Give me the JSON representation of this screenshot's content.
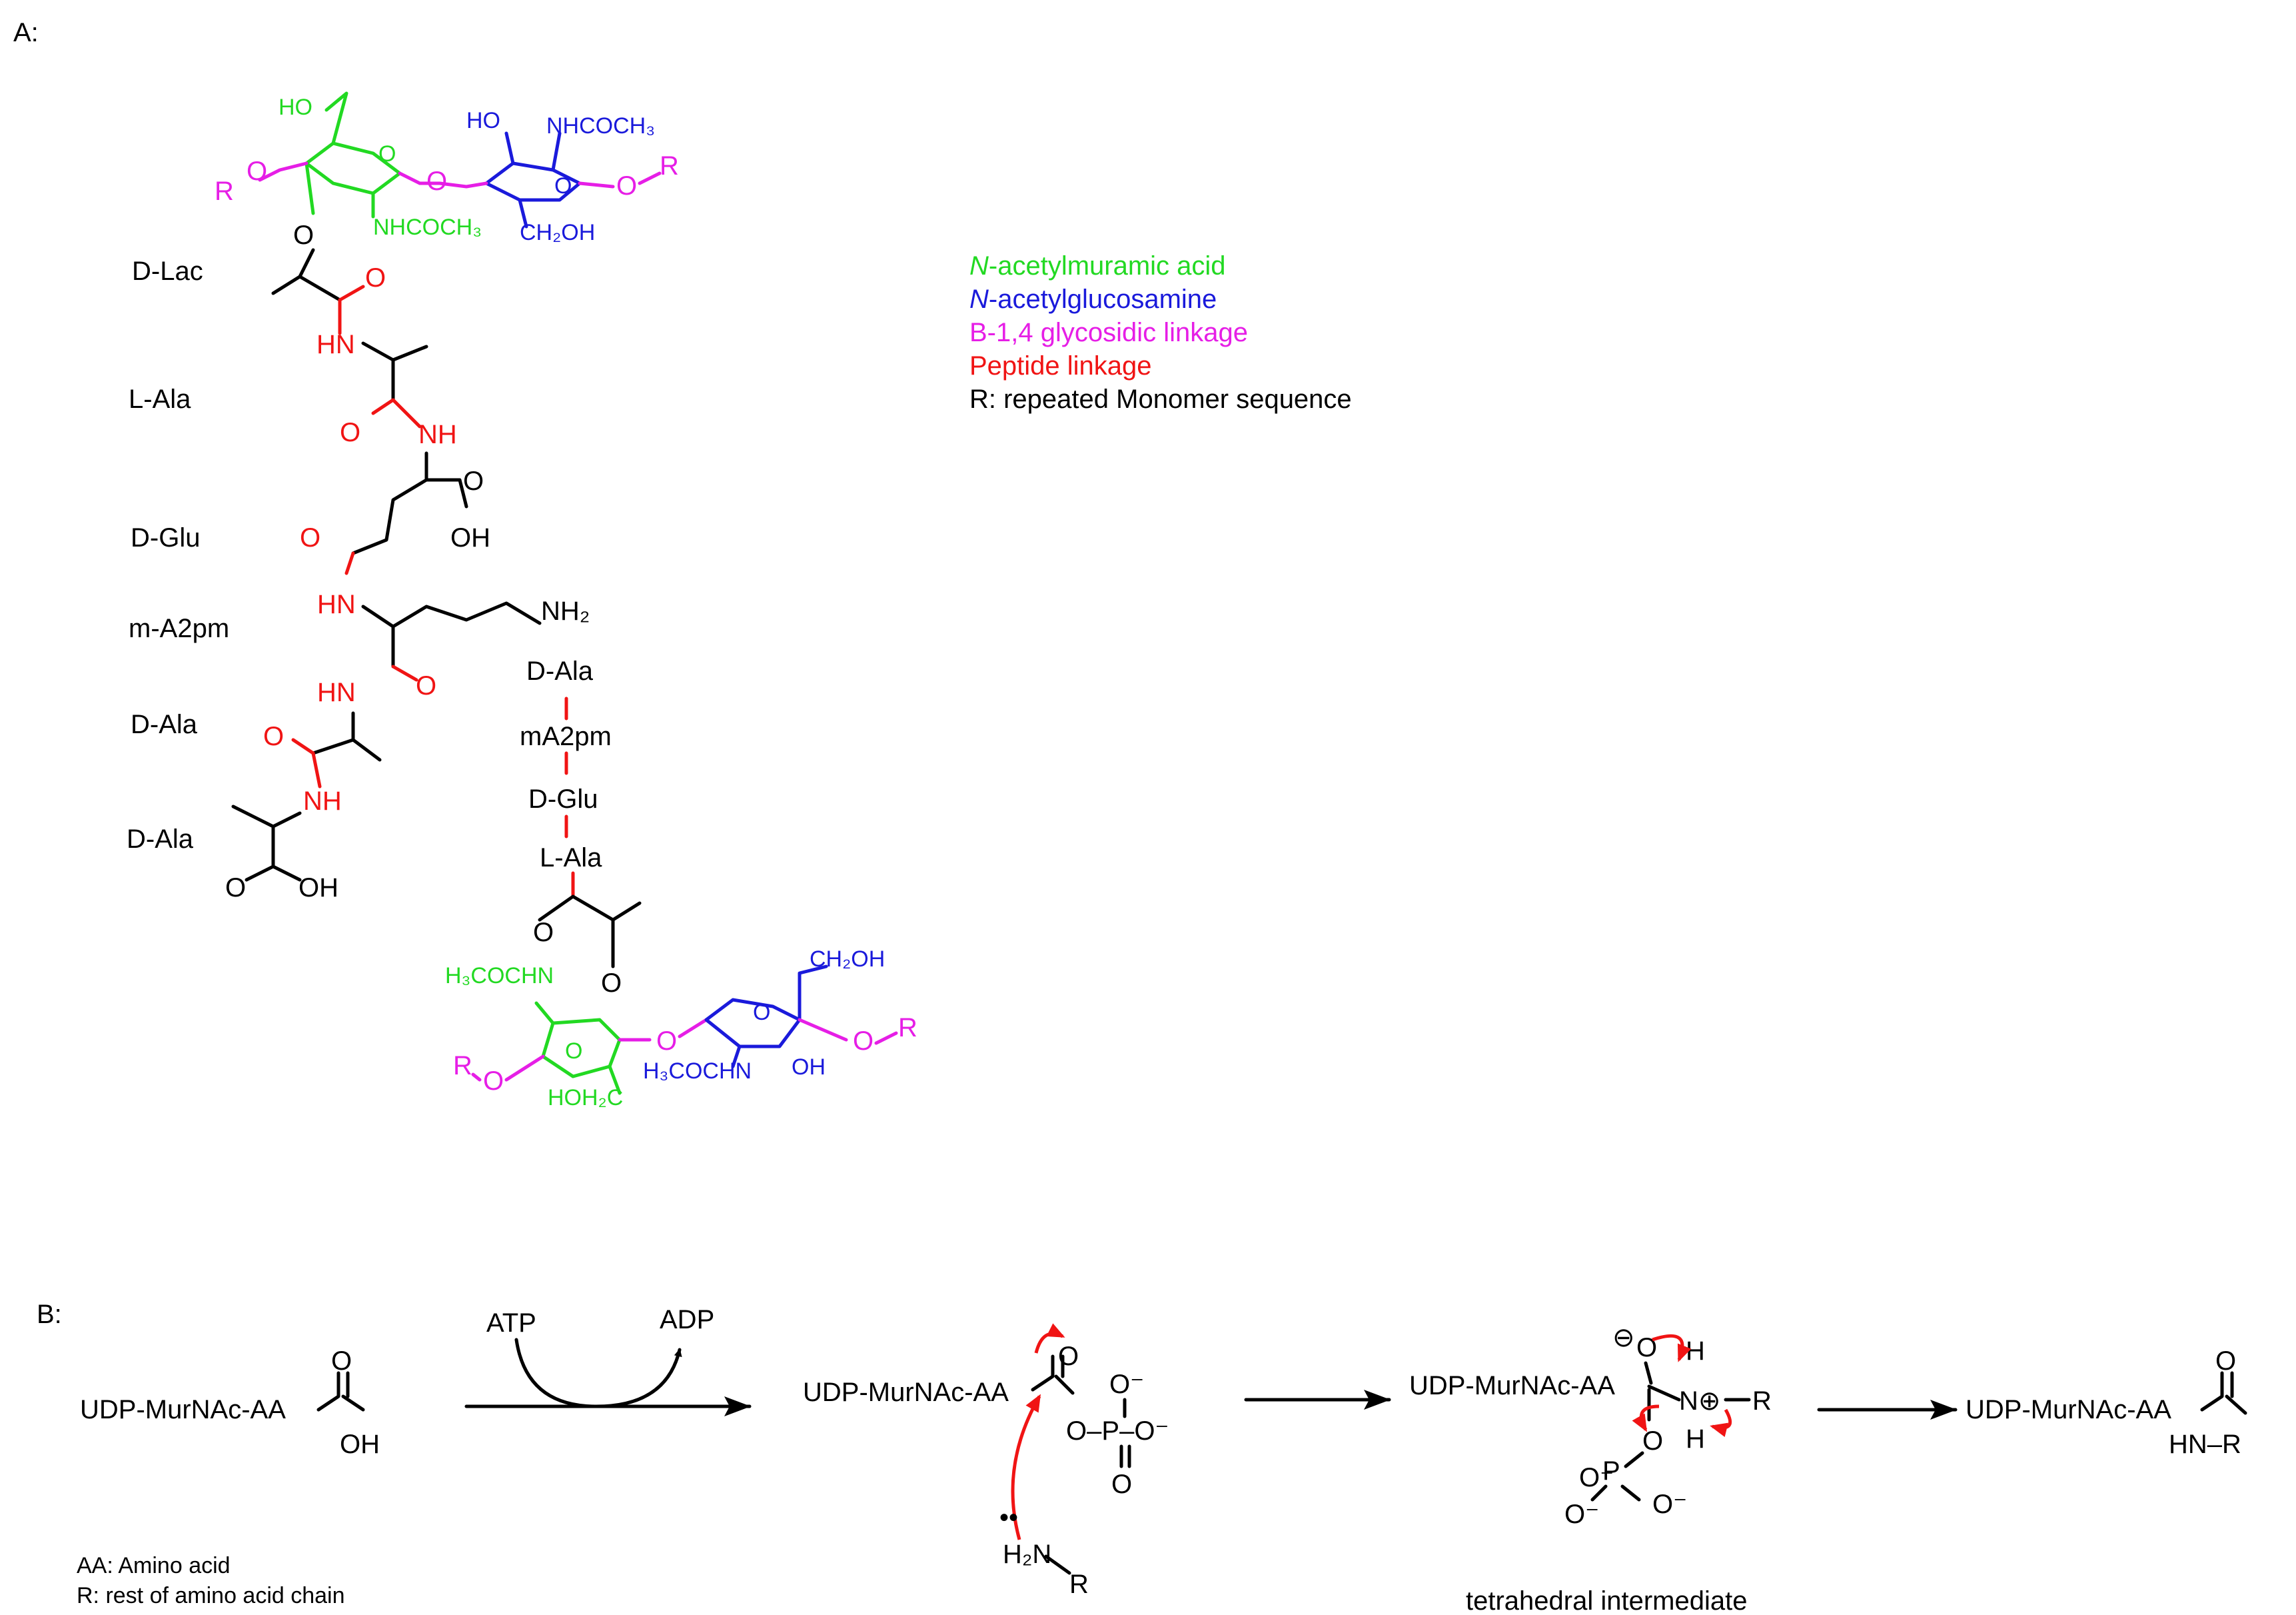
{
  "panel_a": {
    "label": "A:",
    "residues": [
      "D-Lac",
      "L-Ala",
      "D-Glu",
      "m-A2pm",
      "D-Ala",
      "D-Ala"
    ],
    "crosslink": [
      "D-Ala",
      "mA2pm",
      "D-Glu",
      "L-Ala"
    ],
    "groups": {
      "ho": "HO",
      "nhcoch3": "NHCOCH₃",
      "ch2oh": "CH₂OH",
      "nh2": "NH₂",
      "oh": "OH",
      "nh": "NH",
      "hn": "HN",
      "o": "O",
      "r": "R",
      "h3cochn": "H₃COCHN",
      "hoh2c": "HOH₂C"
    },
    "legend": [
      {
        "prefix": "N",
        "text": "-acetylmuramic acid",
        "color": "#22d922"
      },
      {
        "prefix": "N",
        "text": "-acetylglucosamine",
        "color": "#1a1adb"
      },
      {
        "prefix": "",
        "text": "B-1,4 glycosidic linkage",
        "color": "#e61ee6"
      },
      {
        "prefix": "",
        "text": "Peptide linkage",
        "color": "#f01414"
      },
      {
        "prefix": "",
        "text": "R: repeated Monomer sequence",
        "color": "#000000"
      }
    ]
  },
  "panel_b": {
    "label": "B:",
    "substrate": "UDP-MurNAc-AA",
    "atp": "ATP",
    "adp": "ADP",
    "o": "O",
    "oh": "OH",
    "o_minus": "O⁻",
    "p": "P",
    "h2n": "H₂N",
    "h": "H",
    "r": "R",
    "hn_r": "HN–R",
    "n_plus": "N⊕",
    "minus_circle": "⊖",
    "tetrahedral": "tetrahedral intermediate",
    "footnote_1": "AA: Amino acid",
    "footnote_2": "R: rest of amino acid chain"
  }
}
